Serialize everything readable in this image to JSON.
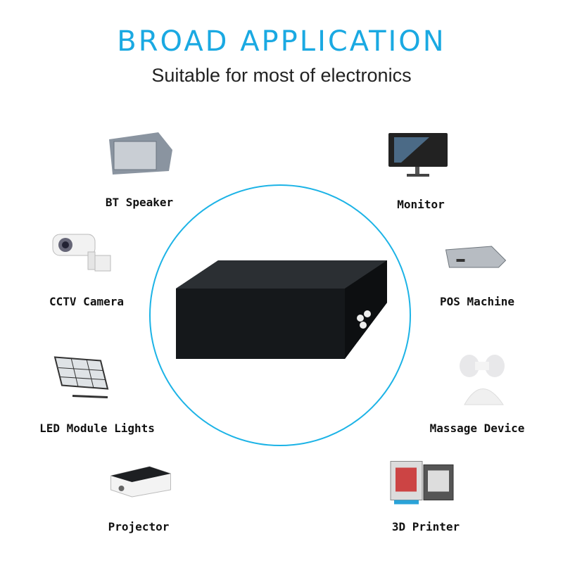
{
  "header": {
    "title": "BROAD APPLICATION",
    "subtitle": "Suitable for most of electronics"
  },
  "colors": {
    "accent": "#1aa9e2",
    "ring": "#1cb3e6",
    "product": "#1c1f22"
  },
  "applications": [
    {
      "label": "BT Speaker",
      "icon": "speaker-icon"
    },
    {
      "label": "Monitor",
      "icon": "monitor-icon"
    },
    {
      "label": "CCTV Camera",
      "icon": "cctv-camera-icon"
    },
    {
      "label": "POS Machine",
      "icon": "pos-machine-icon"
    },
    {
      "label": "LED Module Lights",
      "icon": "led-lights-icon"
    },
    {
      "label": "Massage Device",
      "icon": "massage-device-icon"
    },
    {
      "label": "Projector",
      "icon": "projector-icon"
    },
    {
      "label": "3D Printer",
      "icon": "3d-printer-icon"
    }
  ]
}
